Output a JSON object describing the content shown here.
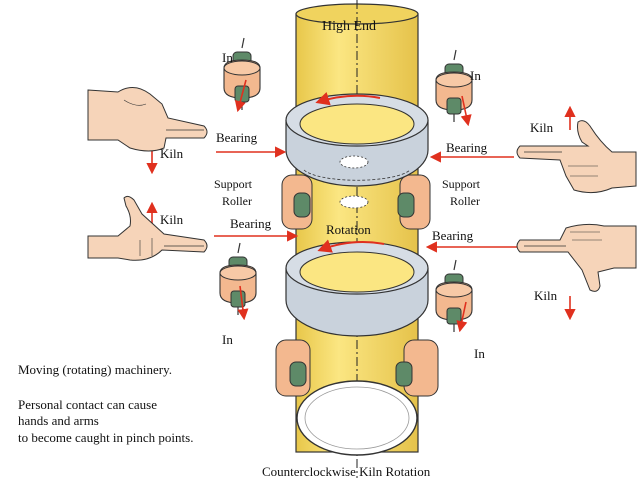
{
  "diagram": {
    "top_label": "High End",
    "rotation_label": "Rotation",
    "caption": "Counterclockwise Kiln Rotation",
    "kiln_label": "Kiln",
    "in_label": "In",
    "bearing_label": "Bearing",
    "support_roller_line1": "Support",
    "support_roller_line2": "Roller",
    "warning_line1": "Moving (rotating) machinery.",
    "warning_line2": "Personal contact can cause",
    "warning_line3": "hands and arms",
    "warning_line4": "to become caught in pinch points."
  },
  "colors": {
    "kiln_body": "#f9df6a",
    "tire": "#c9d2dc",
    "roller_body": "#f3b88f",
    "roller_shaft": "#5e8a68",
    "arrow": "#e0301e",
    "skin": "#f6d4b9"
  }
}
